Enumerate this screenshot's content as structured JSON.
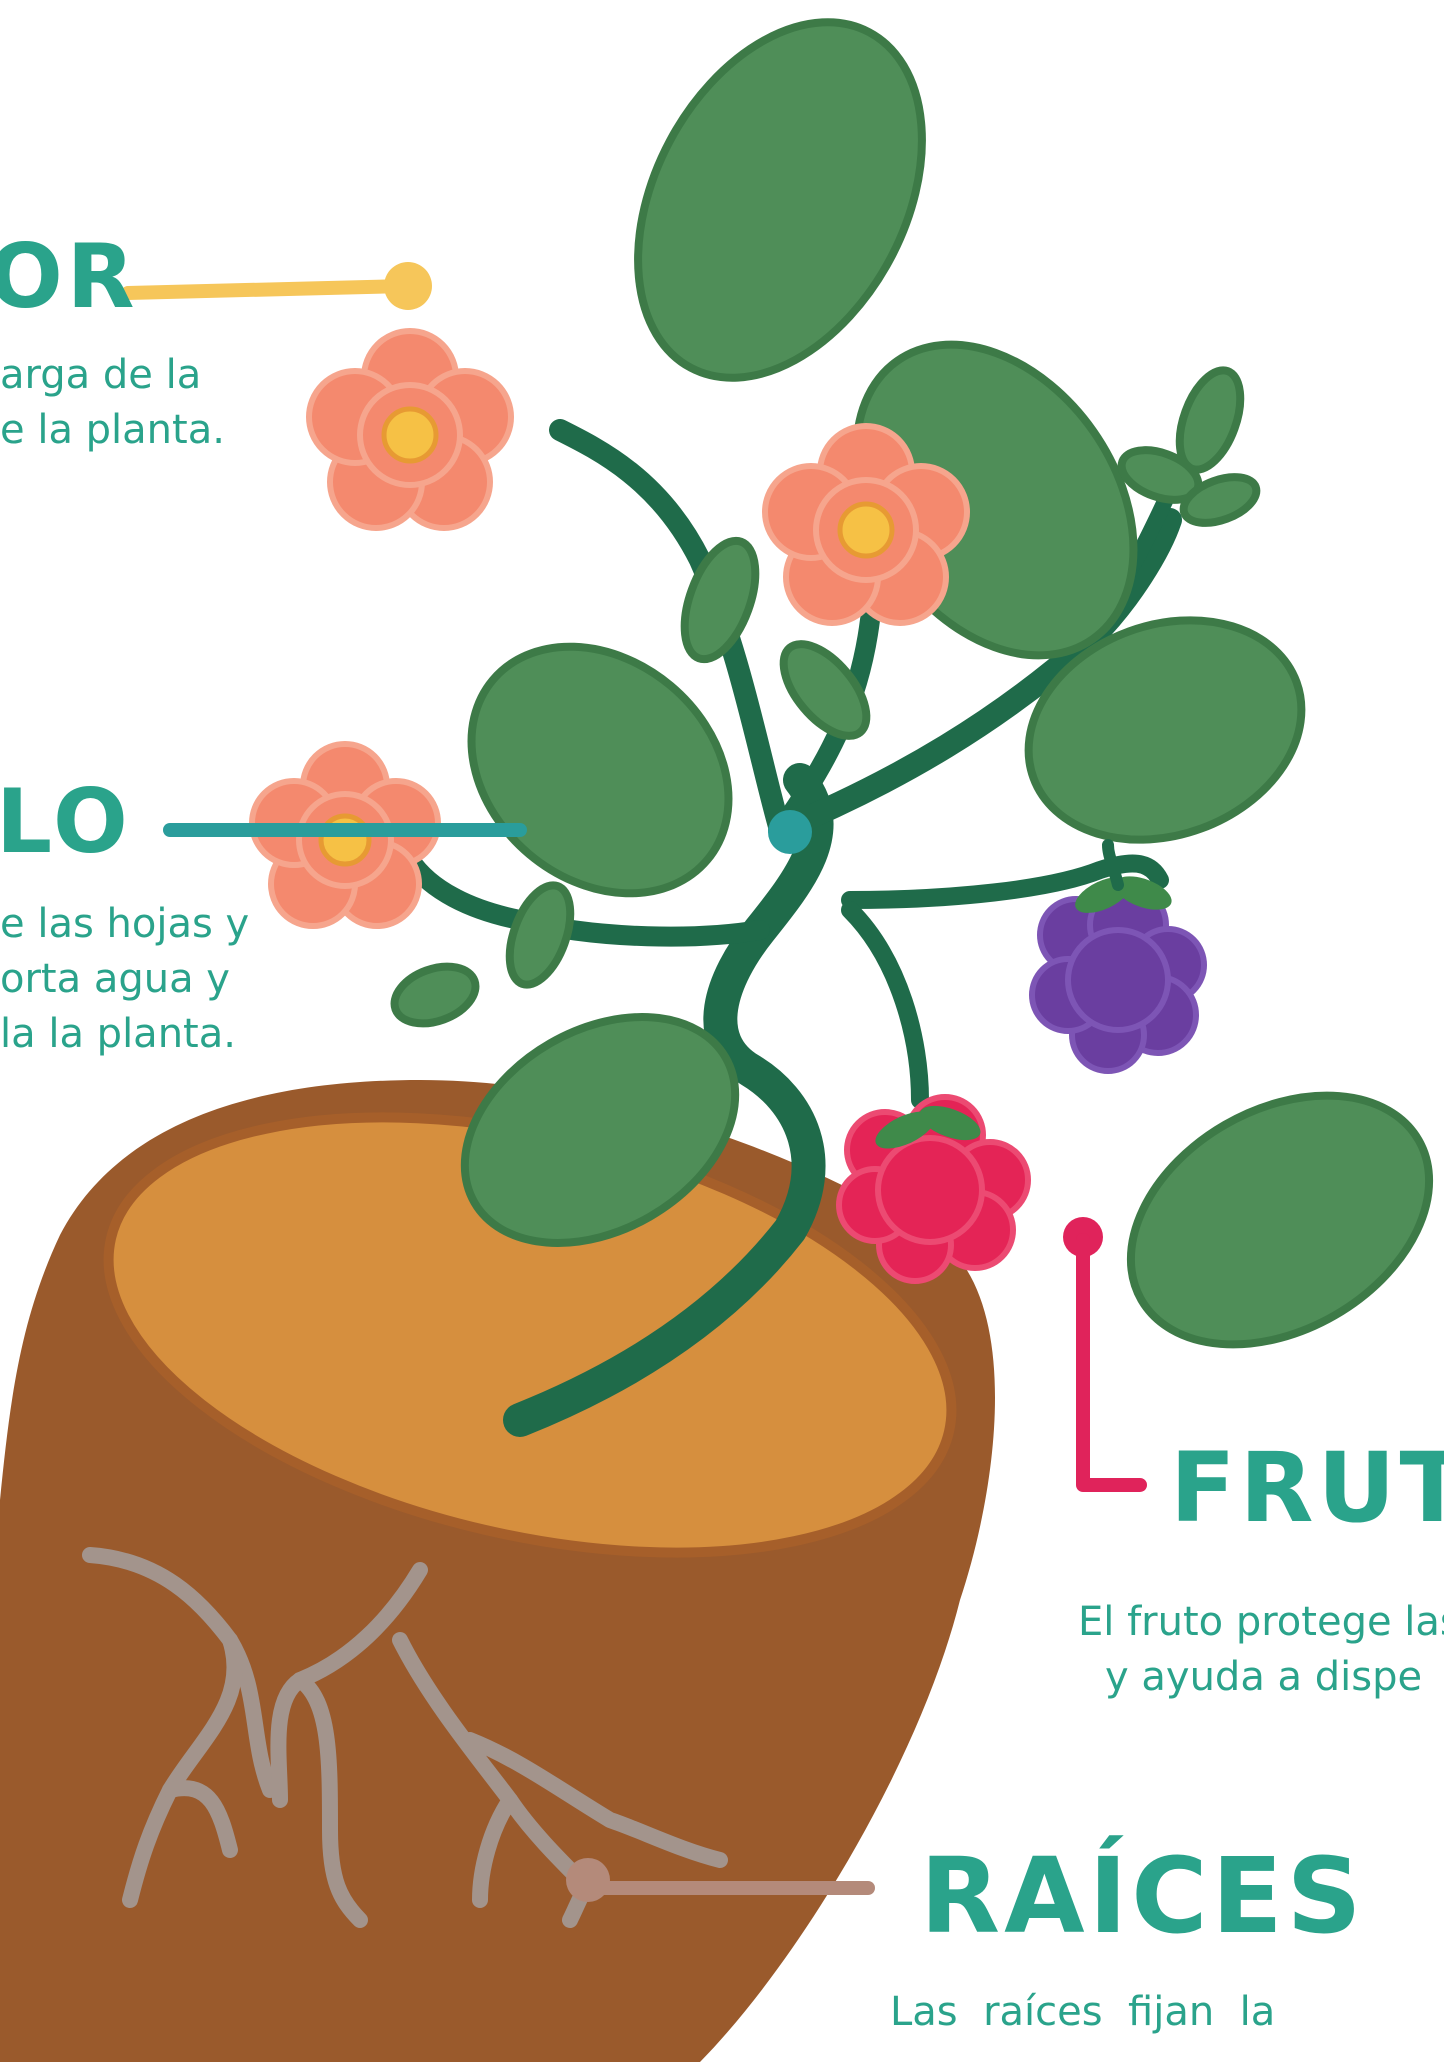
{
  "labels": {
    "flor": {
      "title": "OR",
      "desc_line1": "arga de la",
      "desc_line2": "e la planta.",
      "color": "#f6c65a"
    },
    "tallo": {
      "title": "LO",
      "desc_line1": "e las hojas y",
      "desc_line2": "orta agua y",
      "desc_line3": "la la planta.",
      "color": "#2a9d9c"
    },
    "fruto": {
      "title": "FRUT",
      "desc_line1": "El fruto protege las",
      "desc_line2": "y ayuda a dispe",
      "color": "#e0235b"
    },
    "raices": {
      "title": "RAÍCES",
      "desc_line1": "Las  raíces  fijan  la",
      "color": "#b48a7a"
    }
  },
  "palette": {
    "leaf": "#4f8e58",
    "stem": "#1f6b4a",
    "petal": "#f4896e",
    "flower_center": "#f6c145",
    "berry_purple": "#6a3ea0",
    "berry_red": "#e42456",
    "soil_dark": "#9a5a2c",
    "soil_light": "#d68f3e",
    "root": "#a3948c",
    "text": "#2aa38b"
  }
}
